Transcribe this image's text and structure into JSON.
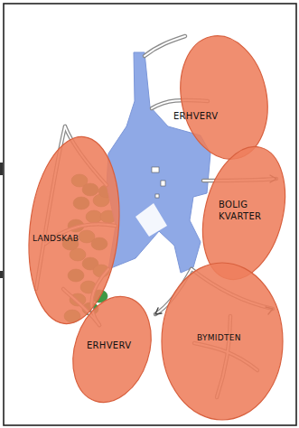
{
  "diagram": {
    "nodes": [
      {
        "text": [
          "ERHVERV"
        ]
      },
      {
        "text": [
          "LANDSKAB"
        ]
      },
      {
        "text": [
          "BOLIG KVARTER"
        ]
      },
      {
        "text": [
          "BYMIDTEN"
        ]
      },
      {
        "text": [
          "ERHVERV"
        ]
      }
    ]
  }
}
